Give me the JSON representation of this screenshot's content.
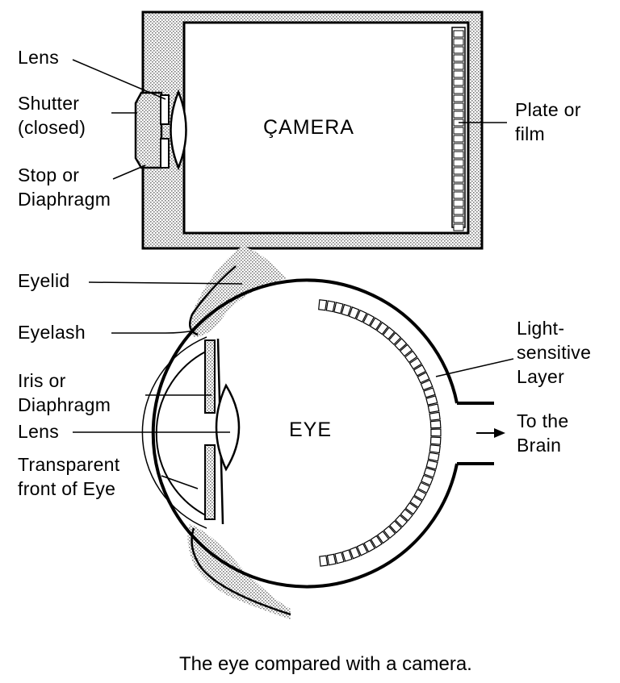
{
  "camera": {
    "title": "ÇAMERA",
    "labels": {
      "lens": "Lens",
      "shutter": "Shutter\n(closed)",
      "stop": "Stop or\nDiaphragm",
      "plate": "Plate or\nfilm"
    }
  },
  "eye": {
    "title": "EYE",
    "labels": {
      "eyelid": "Eyelid",
      "eyelash": "Eyelash",
      "iris": "Iris or\nDiaphragm",
      "lens": "Lens",
      "front": "Transparent\nfront of Eye",
      "layer": "Light-\nsensitive\nLayer",
      "brain": "To the\nBrain"
    }
  },
  "caption": "The eye compared with a camera.",
  "colors": {
    "ink": "#000000",
    "paper": "#ffffff",
    "stipple": "#9a9a9a"
  }
}
